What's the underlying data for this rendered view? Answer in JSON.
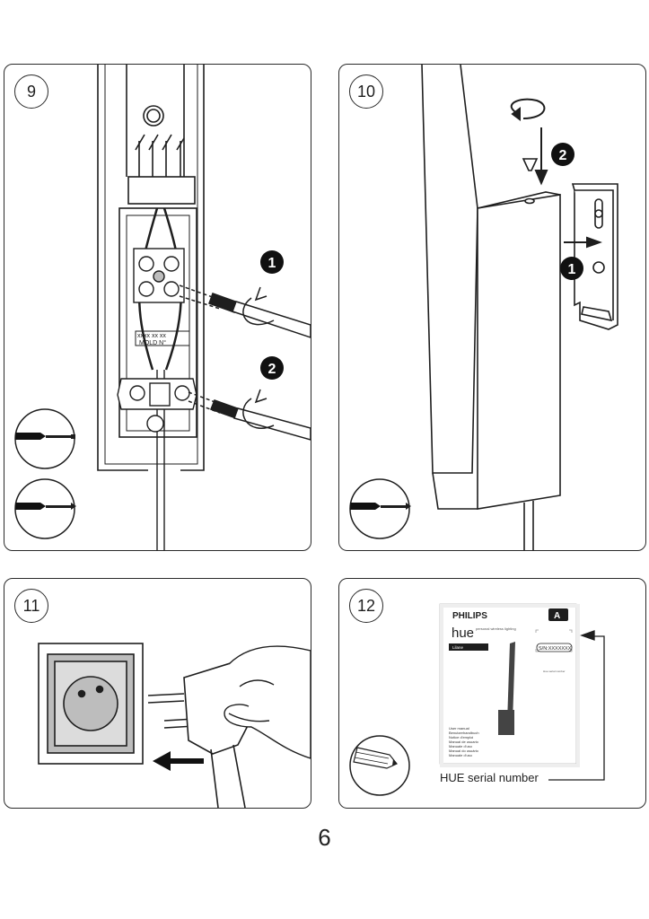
{
  "page_number": "6",
  "steps": [
    {
      "number": "9",
      "callouts": [
        "1",
        "2"
      ],
      "terminal_label_1": "xxxx xx xx",
      "terminal_label_2": "MOLD N°",
      "tools": [
        "flat-screwdriver-icon",
        "phillips-screwdriver-icon"
      ]
    },
    {
      "number": "10",
      "callouts": [
        "2",
        "1"
      ],
      "tools": [
        "phillips-screwdriver-icon"
      ]
    },
    {
      "number": "11"
    },
    {
      "number": "12",
      "manual": {
        "brand": "PHILIPS",
        "product": "hue",
        "tagline": "personal wireless lighting",
        "model": "Lilane",
        "energy_class": "A",
        "serial": "S/N:XXXXXXX",
        "serial_caption": "Hue serial number",
        "languages": [
          "User manual",
          "Benutzerhandbuch",
          "Notice d'emploi",
          "Manual de usuario",
          "Manuale d'uso",
          "Manual do usuário",
          "Manuale d'uso"
        ]
      },
      "serial_label": "HUE serial number",
      "tools": [
        "pencil-icon"
      ]
    }
  ],
  "colors": {
    "line": "#1e1e1e",
    "gray_fill": "#bdbdbd",
    "badge": "#111111"
  }
}
